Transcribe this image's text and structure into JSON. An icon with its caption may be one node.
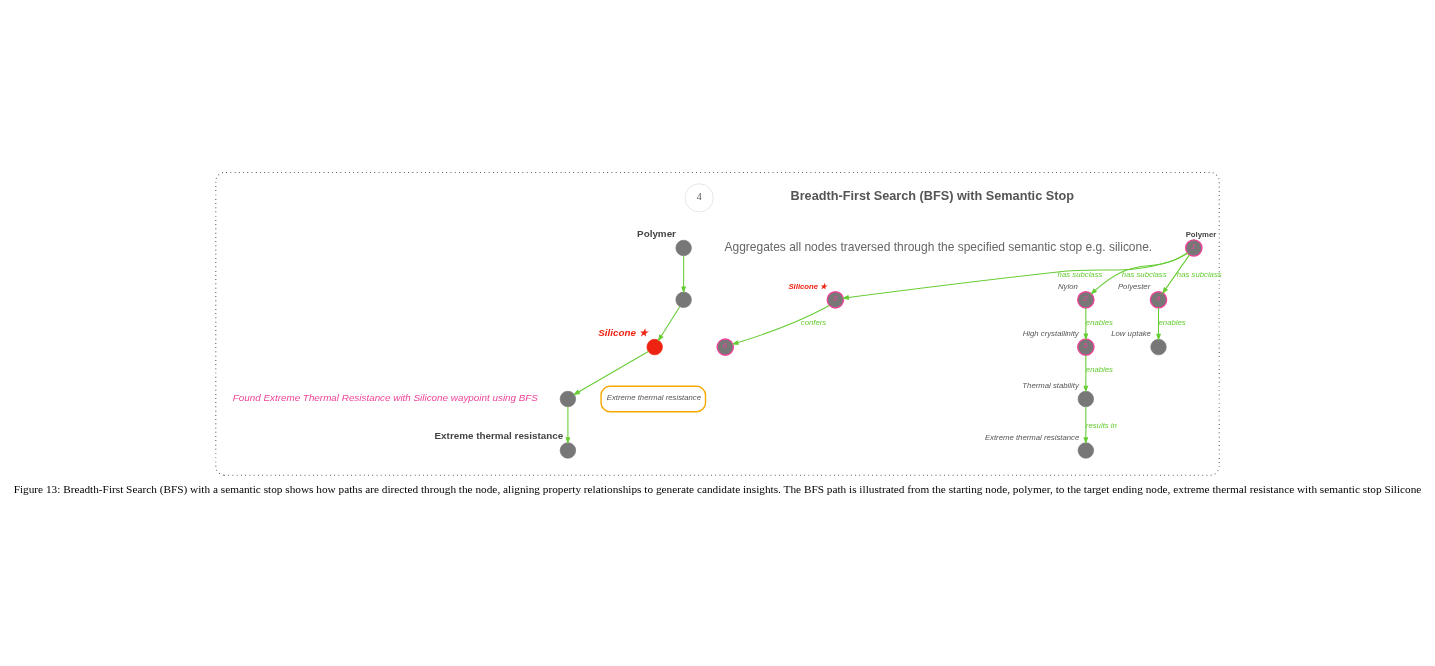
{
  "diagram": {
    "caption": "Figure 13: Breadth-First Search (BFS) with a semantic stop shows how paths are directed through the node, aligning property relationships to generate candidate insights. The BFS path is illustrated from the starting node, polymer, to the target ending node, extreme thermal resistance with semantic stop Silicone",
    "nodes": [
      {
        "text": [],
        "shape": "box"
      },
      {
        "text": [
          "4"
        ],
        "in": 0
      },
      {
        "text": [
          "Polymer"
        ],
        "in": 0
      },
      {
        "text": [],
        "shape": "circle",
        "in": 0
      },
      {
        "text": [
          "Silicone ★"
        ],
        "in": 0
      },
      {
        "text": [],
        "shape": "circle",
        "in": 0
      },
      {
        "text": [
          "Extreme thermal resistance"
        ],
        "in": 0
      },
      {
        "text": [
          "Polymer",
          "1"
        ],
        "in": 0
      },
      {
        "text": [
          "2",
          "Nylon"
        ],
        "in": 0
      },
      {
        "text": [
          "3",
          "Silicone ★"
        ],
        "in": 0
      },
      {
        "text": [
          "4",
          "Polyester"
        ],
        "in": 0
      },
      {
        "text": [
          "5",
          "High crystallinity"
        ],
        "in": 0
      },
      {
        "text": [
          "6"
        ],
        "in": 0
      },
      {
        "text": [
          "Extreme thermal resistance"
        ],
        "in": 0
      },
      {
        "text": [
          "Low uptake"
        ],
        "in": 0
      },
      {
        "text": [
          "Thermal stability"
        ],
        "in": 0
      },
      {
        "text": [
          "Extreme thermal resistance"
        ],
        "in": 0
      }
    ],
    "edges": [
      {
        "from": 2,
        "to": 3,
        "arrow": "to"
      },
      {
        "from": 3,
        "to": 4,
        "arrow": "to"
      },
      {
        "from": 4,
        "to": 5,
        "arrow": "to"
      },
      {
        "from": 5,
        "to": 6,
        "arrow": "to"
      },
      {
        "from": 7,
        "to": 8,
        "arrow": "to",
        "label": "has subclass"
      },
      {
        "from": 7,
        "to": 9,
        "arrow": "to",
        "label": "has subclass"
      },
      {
        "from": 7,
        "to": 10,
        "arrow": "to",
        "label": "has subclass"
      },
      {
        "from": 8,
        "to": 11,
        "arrow": "to",
        "label": "enables"
      },
      {
        "from": 9,
        "to": 12,
        "arrow": "to",
        "label": "confers"
      },
      {
        "from": 10,
        "to": 14,
        "arrow": "to",
        "label": "enables"
      },
      {
        "from": 11,
        "to": 15,
        "arrow": "to",
        "label": "enables"
      },
      {
        "from": 15,
        "to": 16,
        "arrow": "to",
        "label": "results in"
      }
    ],
    "labels": [
      "Breadth-First Search (BFS) with Semantic Stop",
      "Aggregates all nodes traversed through the specified semantic stop e.g. silicone.",
      "Found Extreme Thermal Resistance with Silicone waypoint using BFS"
    ]
  }
}
